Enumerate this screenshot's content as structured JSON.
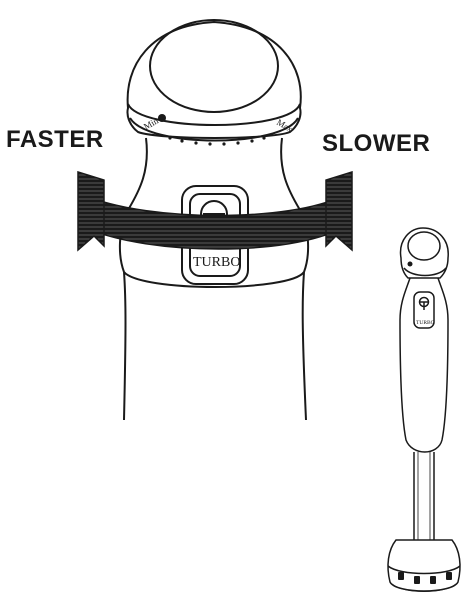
{
  "labels": {
    "faster": "FASTER",
    "slower": "SLOWER"
  },
  "button": {
    "text": "TURBO"
  },
  "dial": {
    "min_mark": "Min",
    "max_mark": "Max"
  },
  "small_blender": {
    "button_text": "TURBO"
  },
  "colors": {
    "ink": "#1a1a1a",
    "background": "#ffffff"
  }
}
